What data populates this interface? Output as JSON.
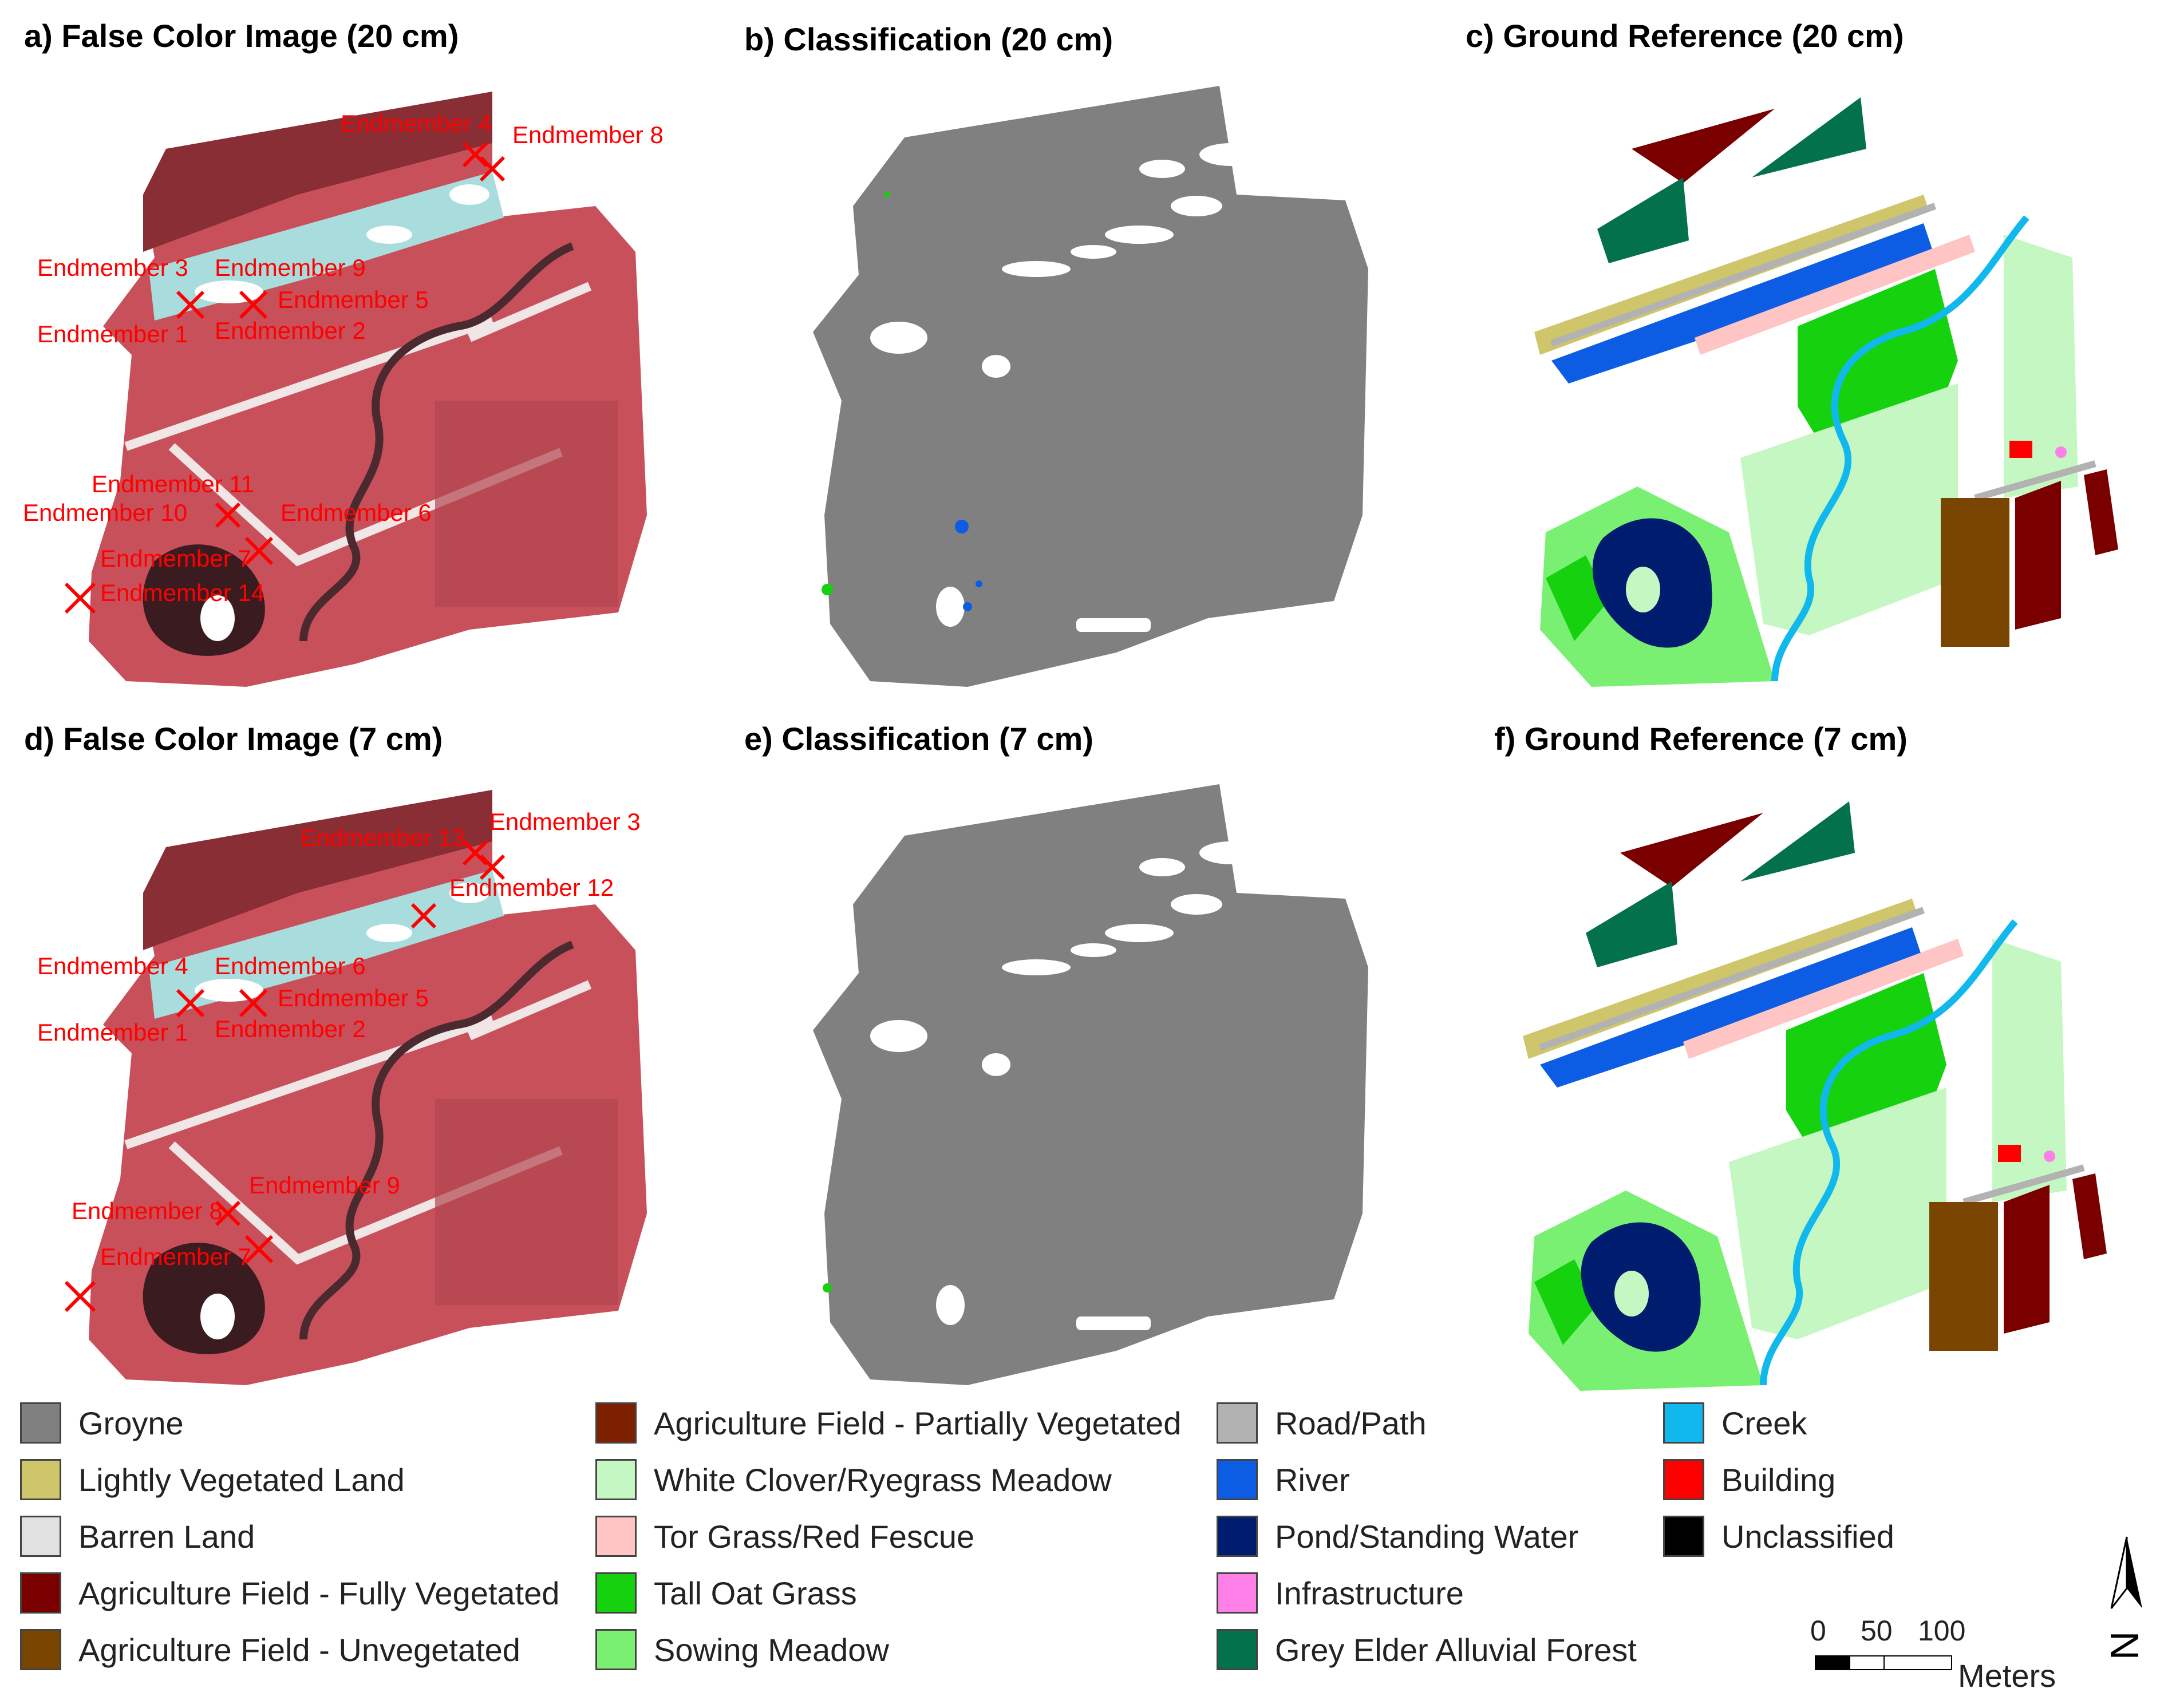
{
  "panels": {
    "a": {
      "title": "a) False Color Image (20 cm)"
    },
    "b": {
      "title": "b) Classification (20 cm)"
    },
    "c": {
      "title": "c) Ground Reference (20 cm)"
    },
    "d": {
      "title": "d) False Color Image (7 cm)"
    },
    "e": {
      "title": "e) Classification (7 cm)"
    },
    "f": {
      "title": "f) Ground Reference (7 cm)"
    }
  },
  "endmembers_20cm": {
    "em4": "Endmember 4",
    "em8": "Endmember 8",
    "em3": "Endmember 3",
    "em9": "Endmember 9",
    "em5": "Endmember 5",
    "em1": "Endmember 1",
    "em2": "Endmember 2",
    "em11": "Endmember 11",
    "em10": "Endmember 10",
    "em6": "Endmember 6",
    "em7": "Endmember 7",
    "em14": "Endmember 14"
  },
  "endmembers_7cm": {
    "em13": "Endmember 13",
    "em3": "Endmember 3",
    "em12": "Endmember 12",
    "em4": "Endmember 4",
    "em6": "Endmember 6",
    "em5": "Endmember 5",
    "em1": "Endmember 1",
    "em2": "Endmember 2",
    "em9": "Endmember 9",
    "em8": "Endmember 8",
    "em7": "Endmember 7"
  },
  "legend": {
    "col1": [
      {
        "label": "Groyne",
        "color": "#808080"
      },
      {
        "label": "Lightly Vegetated Land",
        "color": "#cfc56a"
      },
      {
        "label": "Barren Land",
        "color": "#e1e1e1"
      },
      {
        "label": "Agriculture Field - Fully Vegetated",
        "color": "#7a0000"
      },
      {
        "label": "Agriculture Field - Unvegetated",
        "color": "#7a4500"
      }
    ],
    "col2": [
      {
        "label": "Agriculture Field - Partially Vegetated",
        "color": "#7d2000"
      },
      {
        "label": "White Clover/Ryegrass Meadow",
        "color": "#c5f7c2"
      },
      {
        "label": "Tor Grass/Red Fescue",
        "color": "#ffc4c4"
      },
      {
        "label": "Tall Oat Grass",
        "color": "#15d10e"
      },
      {
        "label": "Sowing Meadow",
        "color": "#7af072"
      }
    ],
    "col3": [
      {
        "label": "Road/Path",
        "color": "#b2b2b2"
      },
      {
        "label": "River",
        "color": "#0c5de4"
      },
      {
        "label": "Pond/Standing Water",
        "color": "#001c6e"
      },
      {
        "label": "Infrastructure",
        "color": "#ff7fe8"
      },
      {
        "label": "Grey Elder Alluvial Forest",
        "color": "#03714c"
      }
    ],
    "col4": [
      {
        "label": "Creek",
        "color": "#10b8ee"
      },
      {
        "label": "Building",
        "color": "#ff0000"
      },
      {
        "label": "Unclassified",
        "color": "#000000"
      }
    ]
  },
  "scale": {
    "t0": "0",
    "t50": "50",
    "t100": "100",
    "unit": "Meters"
  },
  "north": {
    "letter": "N"
  },
  "colors": {
    "false_color_base": "#c8505a",
    "false_color_dark": "#5a2a2e",
    "classification_gray": "#808080",
    "marker_red": "#ff0000"
  }
}
